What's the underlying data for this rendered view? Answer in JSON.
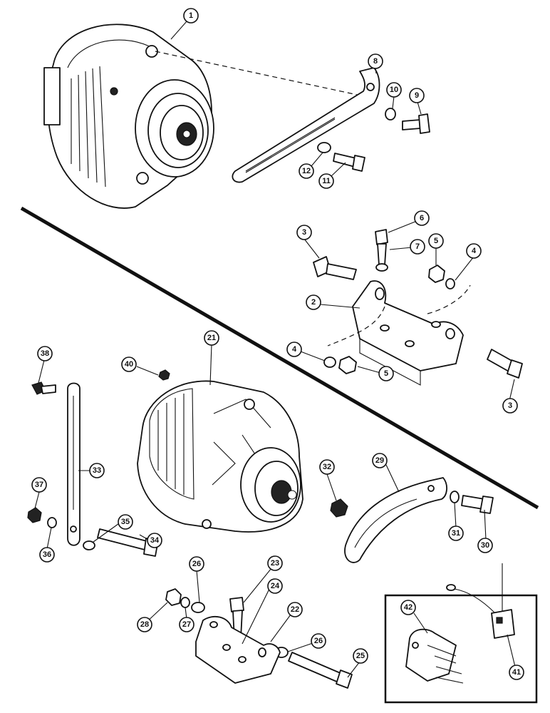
{
  "callouts": [
    {
      "id": "c1",
      "label": "1"
    },
    {
      "id": "c2",
      "label": "2"
    },
    {
      "id": "c3a",
      "label": "3"
    },
    {
      "id": "c3b",
      "label": "3"
    },
    {
      "id": "c4a",
      "label": "4"
    },
    {
      "id": "c4b",
      "label": "4"
    },
    {
      "id": "c5a",
      "label": "5"
    },
    {
      "id": "c5b",
      "label": "5"
    },
    {
      "id": "c6",
      "label": "6"
    },
    {
      "id": "c7",
      "label": "7"
    },
    {
      "id": "c8",
      "label": "8"
    },
    {
      "id": "c9",
      "label": "9"
    },
    {
      "id": "c10",
      "label": "10"
    },
    {
      "id": "c11",
      "label": "11"
    },
    {
      "id": "c12",
      "label": "12"
    },
    {
      "id": "c21",
      "label": "21"
    },
    {
      "id": "c22",
      "label": "22"
    },
    {
      "id": "c23",
      "label": "23"
    },
    {
      "id": "c24",
      "label": "24"
    },
    {
      "id": "c25",
      "label": "25"
    },
    {
      "id": "c26a",
      "label": "26"
    },
    {
      "id": "c26b",
      "label": "26"
    },
    {
      "id": "c27",
      "label": "27"
    },
    {
      "id": "c28",
      "label": "28"
    },
    {
      "id": "c29",
      "label": "29"
    },
    {
      "id": "c30",
      "label": "30"
    },
    {
      "id": "c31",
      "label": "31"
    },
    {
      "id": "c32",
      "label": "32"
    },
    {
      "id": "c33",
      "label": "33"
    },
    {
      "id": "c34",
      "label": "34"
    },
    {
      "id": "c35",
      "label": "35"
    },
    {
      "id": "c36",
      "label": "36"
    },
    {
      "id": "c37",
      "label": "37"
    },
    {
      "id": "c38",
      "label": "38"
    },
    {
      "id": "c40",
      "label": "40"
    },
    {
      "id": "c41",
      "label": "41"
    },
    {
      "id": "c42",
      "label": "42"
    }
  ]
}
